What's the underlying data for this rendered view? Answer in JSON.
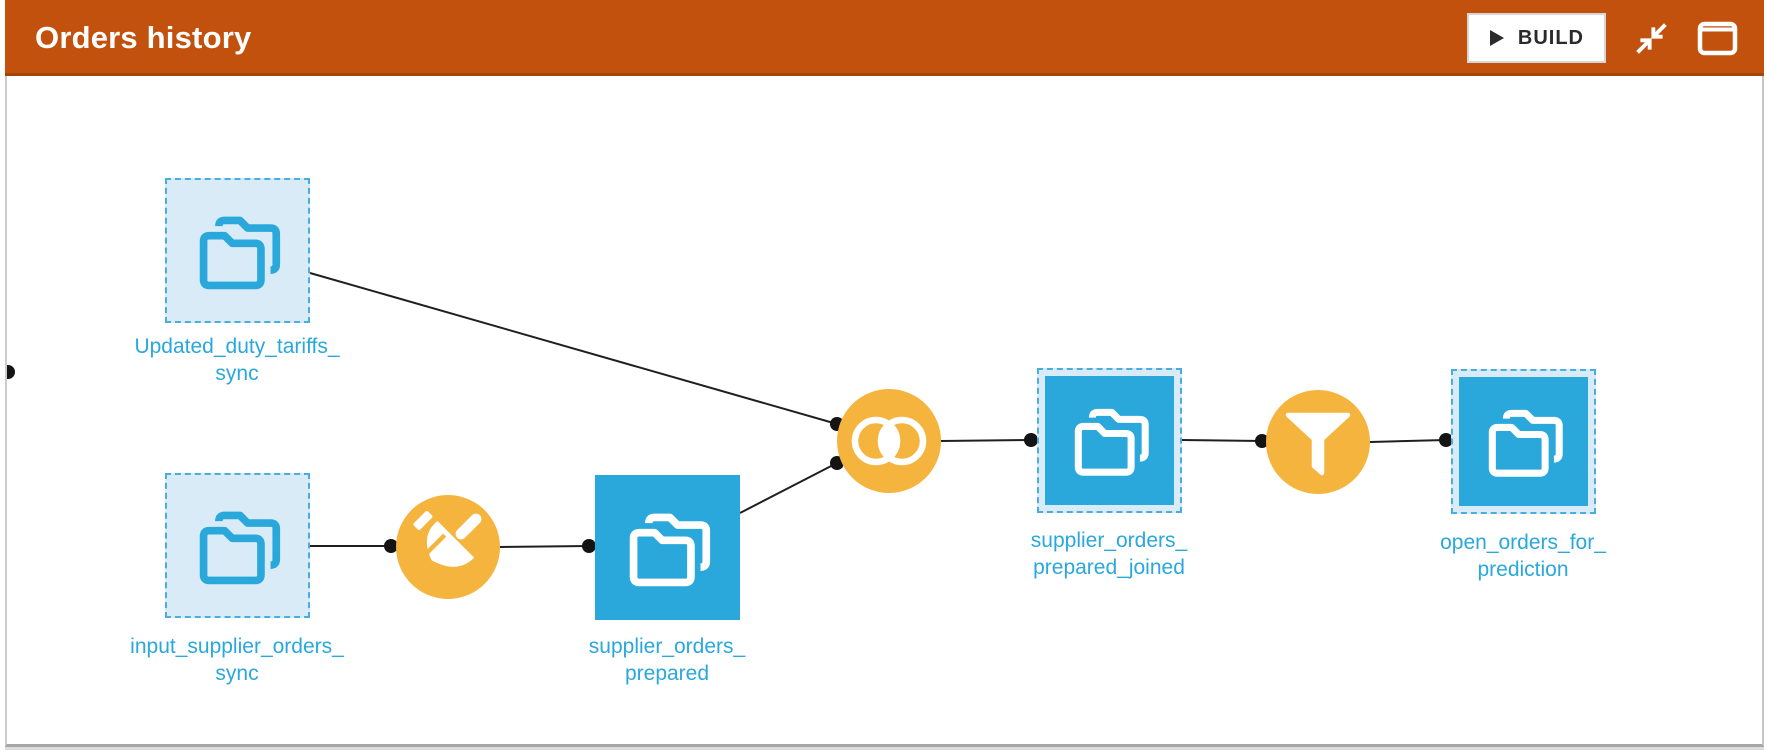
{
  "header": {
    "title": "Orders history",
    "build_label": "BUILD",
    "bg_color": "#C2510D",
    "icons": [
      "play-icon",
      "collapse-icon",
      "window-icon"
    ]
  },
  "canvas": {
    "nodes": [
      {
        "id": "updated_duty_tariffs_sync",
        "type": "managed-folder",
        "variant": "dashed-light",
        "label_line1": "Updated_duty_tariffs_",
        "label_line2": "sync"
      },
      {
        "id": "input_supplier_orders_sync",
        "type": "managed-folder",
        "variant": "dashed-light",
        "label_line1": "input_supplier_orders_",
        "label_line2": "sync"
      },
      {
        "id": "supplier_orders_prepared",
        "type": "managed-folder",
        "variant": "solid-blue",
        "label_line1": "supplier_orders_",
        "label_line2": "prepared"
      },
      {
        "id": "supplier_orders_prepared_joined",
        "type": "managed-folder",
        "variant": "dashed-solid-blue",
        "label_line1": "supplier_orders_",
        "label_line2": "prepared_joined"
      },
      {
        "id": "open_orders_for_prediction",
        "type": "managed-folder",
        "variant": "dashed-solid-blue",
        "label_line1": "open_orders_for_",
        "label_line2": "prediction"
      }
    ],
    "recipes": [
      {
        "id": "prepare",
        "icon": "broom-icon",
        "color": "#F4B43D"
      },
      {
        "id": "join",
        "icon": "join-icon",
        "color": "#F4B43D"
      },
      {
        "id": "filter",
        "icon": "funnel-icon",
        "color": "#F4B43D"
      }
    ],
    "edges": [
      {
        "from": "updated_duty_tariffs_sync",
        "to": "join"
      },
      {
        "from": "input_supplier_orders_sync",
        "to": "prepare"
      },
      {
        "from": "prepare",
        "to": "supplier_orders_prepared"
      },
      {
        "from": "supplier_orders_prepared",
        "to": "join"
      },
      {
        "from": "join",
        "to": "supplier_orders_prepared_joined"
      },
      {
        "from": "supplier_orders_prepared_joined",
        "to": "filter"
      },
      {
        "from": "filter",
        "to": "open_orders_for_prediction"
      }
    ],
    "colors": {
      "node_blue": "#2AA8DC",
      "node_light_blue": "#D9EBF6",
      "dashed_border": "#49ADDE",
      "recipe_orange": "#F4B43D",
      "edge_line": "#1F1F1F",
      "label_text": "#2AA8DC"
    }
  }
}
